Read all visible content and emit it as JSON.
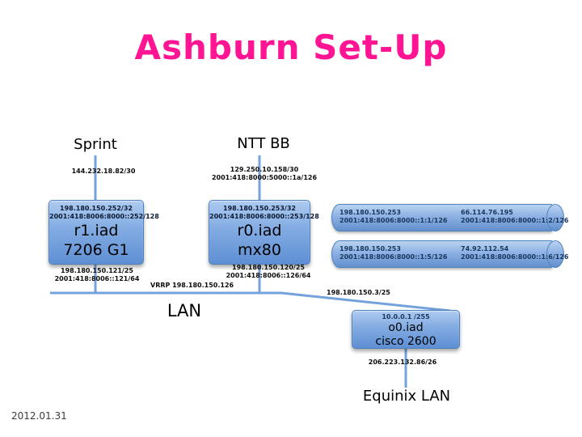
{
  "slide": {
    "title": "Ashburn Set-Up",
    "date": "2012.01.31"
  },
  "uplinks": {
    "sprint": {
      "label": "Sprint",
      "ipv4": "144.232.18.82/30"
    },
    "ntt": {
      "label": "NTT BB",
      "ipv4": "129.250.10.158/30",
      "ipv6": "2001:418:8000:5000::1a/126"
    }
  },
  "routers": {
    "r1": {
      "ipv4": "198.180.150.252/32",
      "ipv6": "2001:418:8006:8000::252/128",
      "name": "r1.iad",
      "model": "7206 G1",
      "lan_ipv4": "198.180.150.121/25",
      "lan_ipv6": "2001:418:8006::121/64"
    },
    "r0": {
      "ipv4": "198.180.150.253/32",
      "ipv6": "2001:418:8006:8000::253/128",
      "name": "r0.iad",
      "model": "mx80",
      "lan_ipv4": "198.180.150.120/25",
      "lan_ipv6": "2001:418:8006::126/64"
    },
    "o0": {
      "ipv4": "10.0.0.1 /255",
      "name": "o0.iad",
      "model": "cisco 2600",
      "wan_ipv4": "206.223.132.86/26"
    }
  },
  "tunnels": [
    {
      "left_ipv4": "198.180.150.253",
      "left_ipv6": "2001:418:8006:8000::1:1/126",
      "right_ipv4": "66.114.76.195",
      "right_ipv6": "2001:418:8006:8000::1:2/126"
    },
    {
      "left_ipv4": "198.180.150.253",
      "left_ipv6": "2001:418:8006:8000::1:5/126",
      "right_ipv4": "74.92.112.54",
      "right_ipv6": "2001:418:8006:8000::1:6/126"
    }
  ],
  "lan": {
    "label": "LAN",
    "vrrp": "VRRP 198.180.150.126",
    "link_ipv4": "198.180.150.3/25"
  },
  "equinix": {
    "label": "Equinix LAN"
  },
  "colors": {
    "title": "#ff1493",
    "connector": "#74a2dc",
    "box_border": "#4f81bd",
    "box_fill_top": "#aecbf0",
    "box_fill_bottom": "#5e8fd4"
  }
}
